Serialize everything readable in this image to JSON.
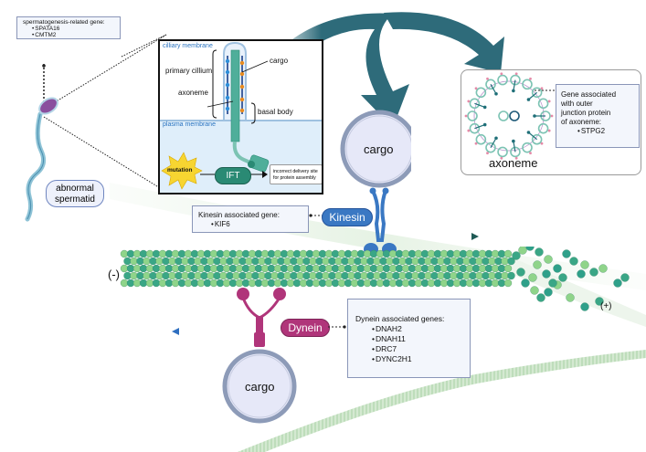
{
  "spermatid": {
    "gene_box": {
      "title": "spermatogenesis-related  gene:",
      "genes": [
        "SPATA16",
        "CMTM2"
      ]
    },
    "label": "abnormal spermatid",
    "label_lines": [
      "abnormal",
      "spermatid"
    ]
  },
  "cilium_inset": {
    "ciliary_membrane_label": "cilliary membrane",
    "plasma_membrane_label": "plasma membrane",
    "primary_cilium_label": "primary cillium",
    "axoneme_label": "axoneme",
    "cargo_label": "cargo",
    "basal_body_label": "basal body",
    "mutation_label": "mutation",
    "ift_label": "IFT",
    "outcome_label_lines": [
      "incorrect delivery site",
      "for protein assembly"
    ]
  },
  "axoneme_panel": {
    "title": "axoneme",
    "gene_box": {
      "title_lines": [
        "Gene associated",
        "with outer",
        "junction protein",
        "of axoneme:"
      ],
      "genes": [
        "STPG2"
      ]
    }
  },
  "kinesin": {
    "label": "Kinesin",
    "gene_box": {
      "title": "Kinesin associated  gene:",
      "genes": [
        "KIF6"
      ]
    },
    "cargo_label": "cargo"
  },
  "dynein": {
    "label": "Dynein",
    "gene_box": {
      "title": "Dynein associated genes:",
      "genes": [
        "DNAH2",
        "DNAH11",
        "DRC7",
        "DYNC2H1"
      ]
    },
    "cargo_label": "cargo"
  },
  "microtubule": {
    "minus_end_label": "(-)",
    "plus_end_label": "(+)"
  },
  "colors": {
    "kinesin": "#3a78c3",
    "dynein": "#b0357a",
    "teal_arrow": "#2e6b7a",
    "mt_dark": "#3aa686",
    "mt_light": "#8fd48a",
    "cargo_fill": "#e6e8f8",
    "cargo_ring": "#8d9bb8",
    "ift": "#2a8a74",
    "mutation": "#f7d531",
    "plasma_bg": "#dfeefa"
  }
}
